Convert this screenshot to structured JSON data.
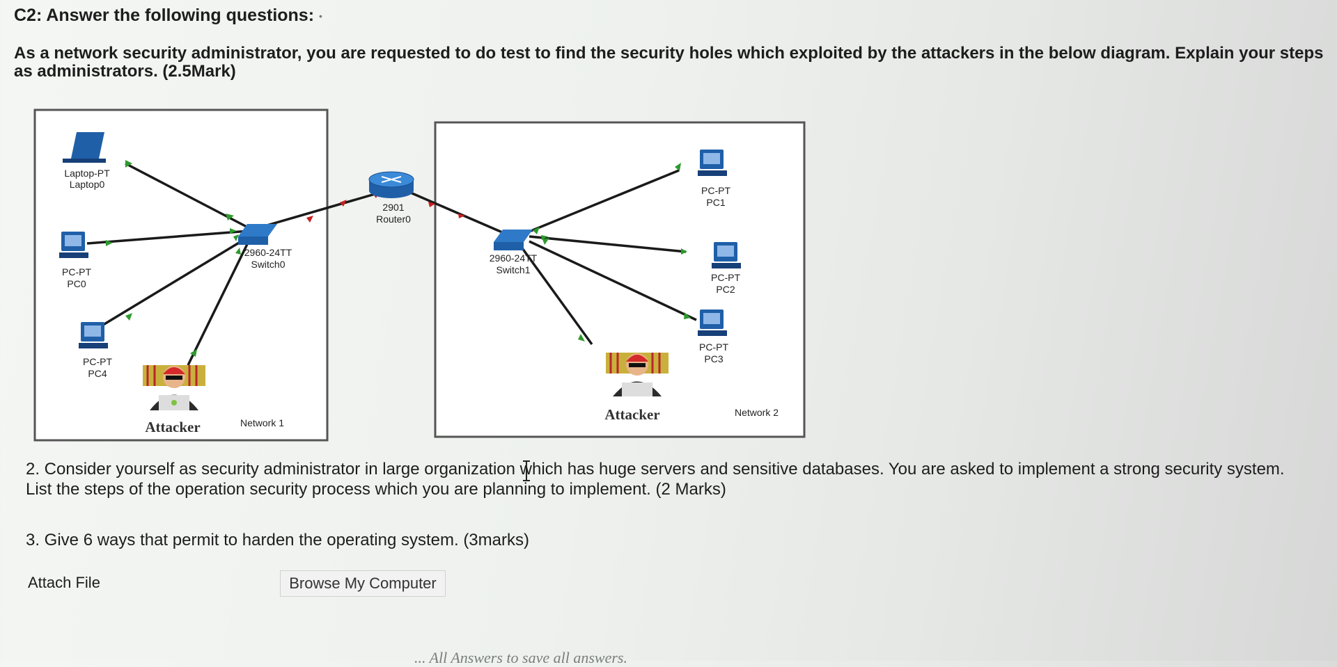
{
  "header": {
    "title": "C2: Answer the following questions:",
    "question1": "As a network security administrator, you are requested to do test to find the security holes which exploited by the attackers in the below diagram. Explain your steps as administrators. (2.5Mark)"
  },
  "diagram": {
    "network1": {
      "label": "Network 1",
      "laptop": [
        "Laptop-PT",
        "Laptop0"
      ],
      "pc0": [
        "PC-PT",
        "PC0"
      ],
      "pc4": [
        "PC-PT",
        "PC4"
      ],
      "switch": [
        "2960-24TT",
        "Switch0"
      ],
      "attacker": "Attacker"
    },
    "router": [
      "2901",
      "Router0"
    ],
    "network2": {
      "label": "Network 2",
      "switch": [
        "2960-24TT",
        "Switch1"
      ],
      "pc1": [
        "PC-PT",
        "PC1"
      ],
      "pc2": [
        "PC-PT",
        "PC2"
      ],
      "pc3": [
        "PC-PT",
        "PC3"
      ],
      "attacker": "Attacker"
    }
  },
  "questions": {
    "q2_line1": "2. Consider yourself as security administrator in large organization which has huge servers and sensitive databases. You are asked to implement a strong security system.",
    "q2_line2": "List the steps of the operation security process which you are planning to implement. (2 Marks)",
    "q3": "3. Give 6 ways that permit to harden the operating system. (3marks)"
  },
  "attach": {
    "label": "Attach File",
    "button": "Browse My Computer"
  },
  "footer": {
    "text": "... All Answers to save all answers."
  },
  "colors": {
    "link_up": "#2e9a2e",
    "link_down": "#c81e1e",
    "device": "#1f5fa8"
  }
}
